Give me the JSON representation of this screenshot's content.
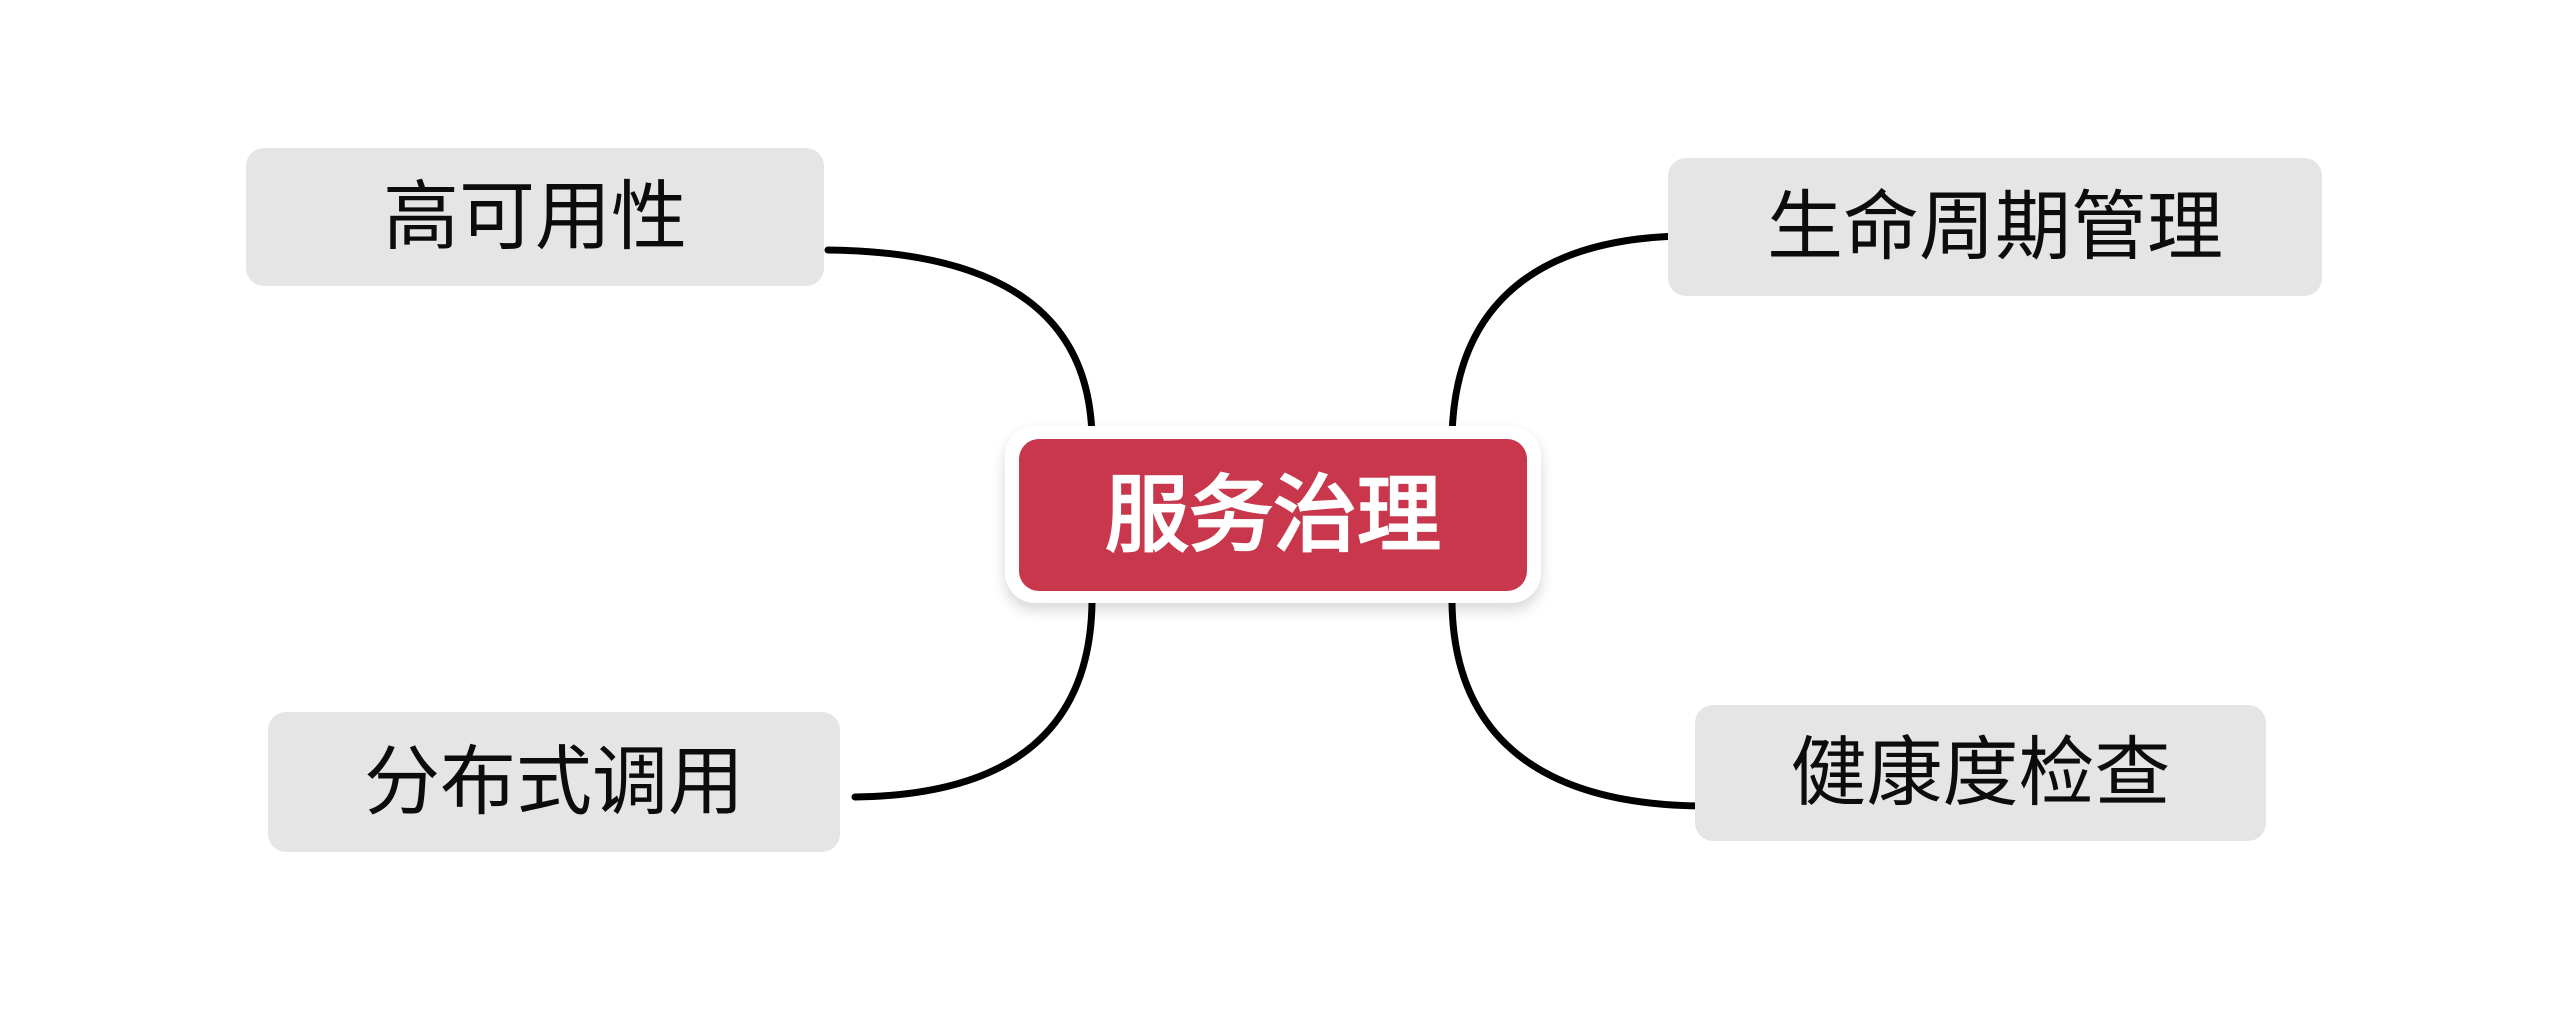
{
  "diagram": {
    "type": "mind-map",
    "background_color": "#ffffff",
    "center": {
      "label": "服务治理",
      "fill_color": "#c8374b",
      "text_color": "#ffffff",
      "halo_color": "#ffffff"
    },
    "branch_style": {
      "fill_color": "#e5e5e5",
      "text_color": "#0c0c0c",
      "connector_color": "#000000"
    },
    "branches": [
      {
        "id": "high-availability",
        "label": "高可用性",
        "position": "top-left"
      },
      {
        "id": "distributed-invocation",
        "label": "分布式调用",
        "position": "bottom-left"
      },
      {
        "id": "lifecycle-management",
        "label": "生命周期管理",
        "position": "top-right"
      },
      {
        "id": "health-check",
        "label": "健康度检查",
        "position": "bottom-right"
      }
    ]
  }
}
